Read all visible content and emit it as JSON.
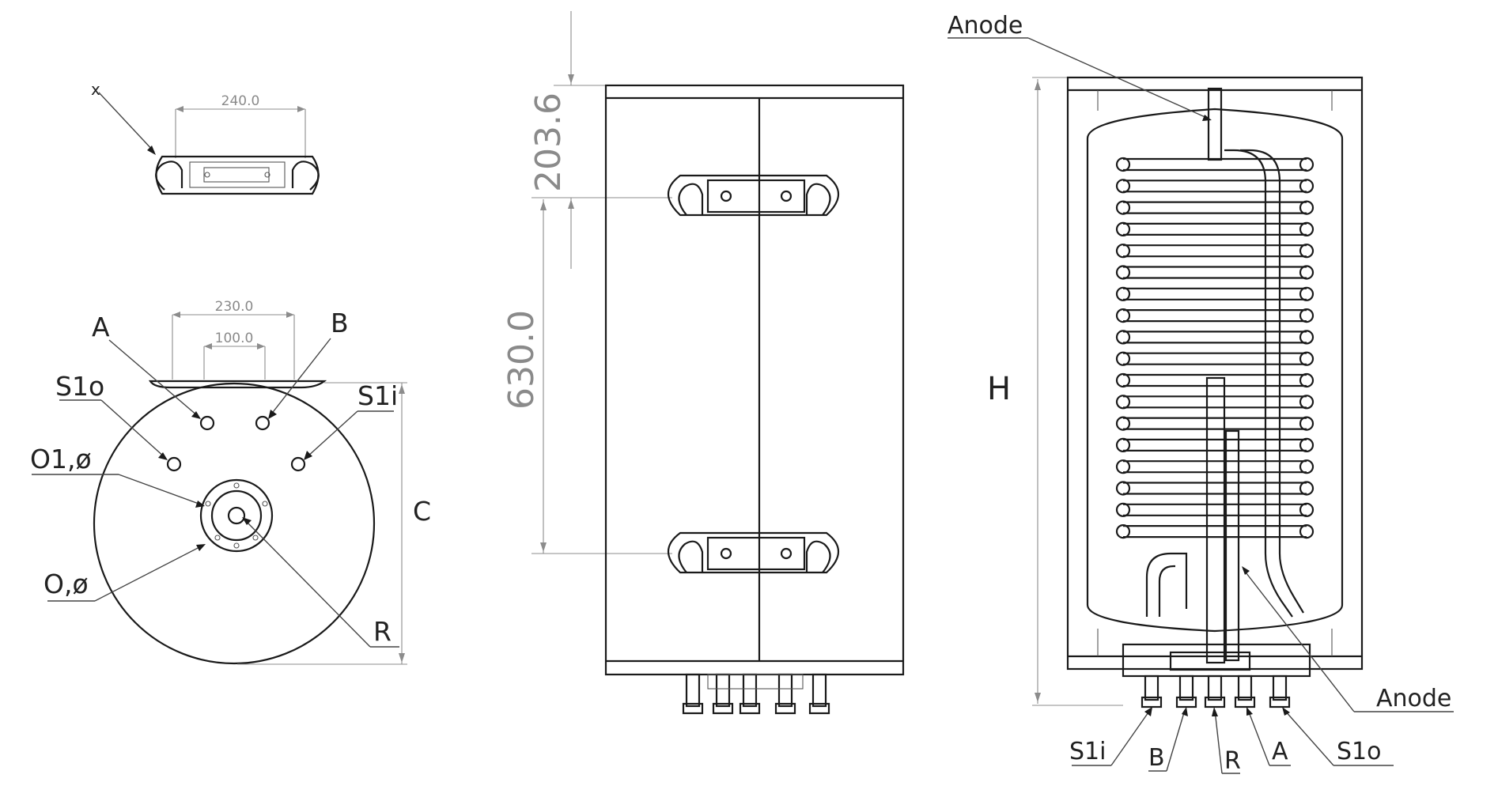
{
  "top_view": {
    "bracket_label": "x",
    "bracket_width": "240.0"
  },
  "bottom_view": {
    "dim_outer": "230.0",
    "dim_inner": "100.0",
    "labels": {
      "A": "A",
      "B": "B",
      "S1o": "S1o",
      "S1i": "S1i",
      "O1": "O1,ø",
      "O": "O,ø",
      "R": "R",
      "C": "C"
    }
  },
  "front_view": {
    "dim_top": "203.6",
    "dim_brackets": "630.0"
  },
  "section_view": {
    "height_label": "H",
    "anode_top": "Anode",
    "anode_bottom": "Anode",
    "bottom_labels": {
      "S1i": "S1i",
      "B": "B",
      "R": "R",
      "A": "A",
      "S1o": "S1o"
    }
  },
  "colors": {
    "line": "#1a1a1a",
    "dimension": "#8c8c8c",
    "background": "#ffffff"
  }
}
